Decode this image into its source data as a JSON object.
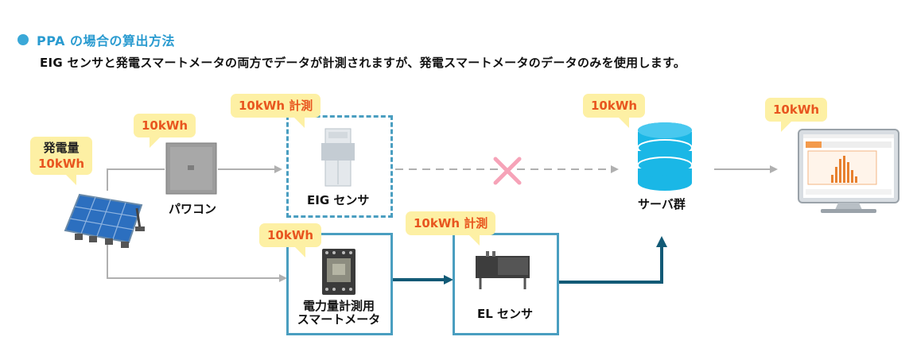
{
  "heading": "PPA の場合の算出方法",
  "subtitle": "EIG センサと発電スマートメータの両方でデータが計測されますが、発電スマートメータのデータのみを使用します。",
  "bubbles": {
    "generation_line1": "発電量",
    "generation_line2": "10kWh",
    "pcs": "10kWh",
    "eig": "10kWh 計測",
    "smartmeter": "10kWh",
    "el": "10kWh 計測",
    "server": "10kWh",
    "monitor": "10kWh"
  },
  "labels": {
    "pcs": "パワコン",
    "eig": "EIG センサ",
    "smartmeter_line1": "電力量計測用",
    "smartmeter_line2": "スマートメータ",
    "el": "EL センサ",
    "server": "サーバ群"
  },
  "colors": {
    "accent": "#2a9bd0",
    "bubble_bg": "#fdf0a4",
    "bubble_text": "#e8551f",
    "flow_dark": "#125a76",
    "flow_gray": "#b0b0b0",
    "cross": "#f6a3b8",
    "box_border": "#4a9ec0"
  },
  "icons": {
    "heading_bullet": "circle-bullet-icon",
    "solar": "solar-panel-icon",
    "pcs": "power-conditioner-icon",
    "eig": "eig-sensor-device-icon",
    "meter": "smart-meter-icon",
    "el": "el-sensor-device-icon",
    "server": "database-icon",
    "monitor": "monitor-dashboard-icon",
    "cross": "cross-mark-icon"
  }
}
